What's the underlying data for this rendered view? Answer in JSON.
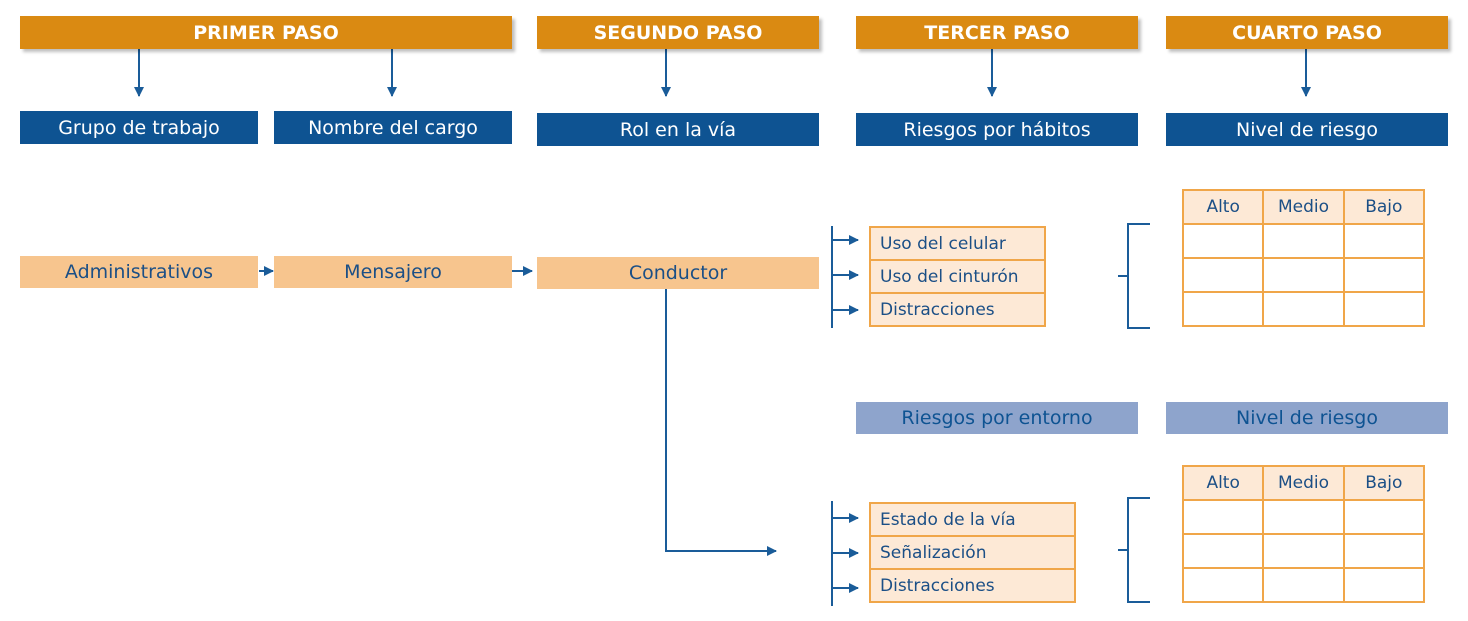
{
  "steps": {
    "first": "PRIMER PASO",
    "second": "SEGUNDO PASO",
    "third": "TERCER PASO",
    "fourth": "CUARTO PASO"
  },
  "categories": {
    "work_group": "Grupo de trabajo",
    "position_name": "Nombre del cargo",
    "road_role": "Rol en la vía",
    "habit_risks": "Riesgos por hábitos",
    "risk_level": "Nivel de riesgo",
    "environment_risks": "Riesgos por entorno",
    "risk_level_2": "Nivel de riesgo"
  },
  "nodes": {
    "group": "Administrativos",
    "position": "Mensajero",
    "role": "Conductor"
  },
  "habit_items": [
    "Uso del celular",
    "Uso del cinturón",
    "Distracciones"
  ],
  "environment_items": [
    "Estado de la vía",
    "Señalización",
    "Distracciones"
  ],
  "level_headers": [
    "Alto",
    "Medio",
    "Bajo"
  ],
  "colors": {
    "step_orange": "#da8a12",
    "category_blue": "#0e5392",
    "category_light_blue": "#8ea4cc",
    "node_peach": "#f7c58e",
    "item_fill": "#fde9d6",
    "item_border": "#f0a649",
    "connector": "#1a5c99"
  }
}
